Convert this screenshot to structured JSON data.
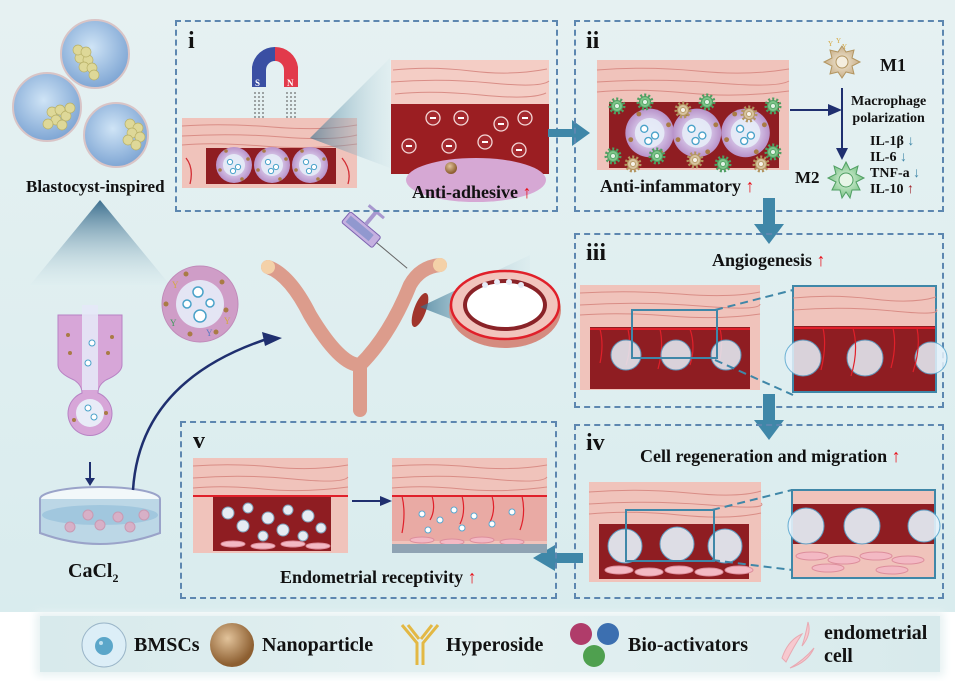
{
  "figure": {
    "top_left_label": "Blastocyst-inspired",
    "reagent_label": "CaCl",
    "reagent_subscript": "2",
    "panels": [
      {
        "id": "i",
        "label": "i",
        "effect": "Anti-adhesive",
        "trend": "up",
        "magnet_poles": [
          "S",
          "N"
        ],
        "charge_symbol": "−"
      },
      {
        "id": "ii",
        "label": "ii",
        "effect": "Anti-infammatory",
        "trend": "up",
        "macrophage": {
          "m1": "M1",
          "m2": "M2",
          "process": [
            "Macrophage",
            "polarization"
          ],
          "cytokines": [
            {
              "name": "IL-1β",
              "trend": "down"
            },
            {
              "name": "IL-6",
              "trend": "down"
            },
            {
              "name": "TNF-a",
              "trend": "down"
            },
            {
              "name": "IL-10",
              "trend": "up"
            }
          ]
        }
      },
      {
        "id": "iii",
        "label": "iii",
        "effect": "Angiogenesis",
        "trend": "up"
      },
      {
        "id": "iv",
        "label": "iv",
        "effect": "Cell regeneration and migration",
        "trend": "up"
      },
      {
        "id": "v",
        "label": "v",
        "effect": "Endometrial receptivity",
        "trend": "up"
      }
    ],
    "arrows": {
      "up": "↑",
      "down": "↓"
    }
  },
  "legend": [
    {
      "icon": "bmsc-cell-icon",
      "label": "BMSCs"
    },
    {
      "icon": "nanoparticle-icon",
      "label": "Nanoparticle"
    },
    {
      "icon": "hyperoside-icon",
      "label": "Hyperoside"
    },
    {
      "icon": "bio-activators-icon",
      "label": "Bio-activators"
    },
    {
      "icon": "endometrial-cell-icon",
      "label": "endometrial cell"
    }
  ],
  "colors": {
    "panel_border": "#5d87b0",
    "flow_arrow": "#3f87a8",
    "up_arrow": "#e8101a",
    "down_arrow": "#3f87a8",
    "il10_arrow": "#a02028",
    "tissue_pink": "#f0c4bd",
    "tissue_red": "#9b1e22"
  }
}
